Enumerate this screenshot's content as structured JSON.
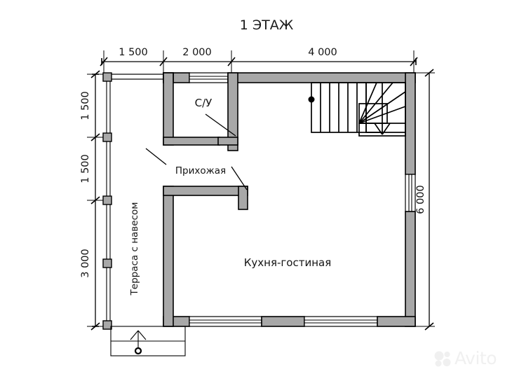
{
  "title": "1 ЭТАЖ",
  "dimensions": {
    "top": [
      {
        "label": "1 500",
        "value": 1500
      },
      {
        "label": "2 000",
        "value": 2000
      },
      {
        "label": "4 000",
        "value": 4000
      }
    ],
    "left": [
      {
        "label": "1 500",
        "value": 1500
      },
      {
        "label": "1 500",
        "value": 1500
      },
      {
        "label": "3 000",
        "value": 3000
      }
    ],
    "right": [
      {
        "label": "6 000",
        "value": 6000
      }
    ]
  },
  "rooms": {
    "bathroom": "С/У",
    "hallway": "Прихожая",
    "kitchen_living": "Кухня-гостиная",
    "terrace": "Терраса с навесом"
  },
  "watermark": {
    "text": "Avito"
  }
}
